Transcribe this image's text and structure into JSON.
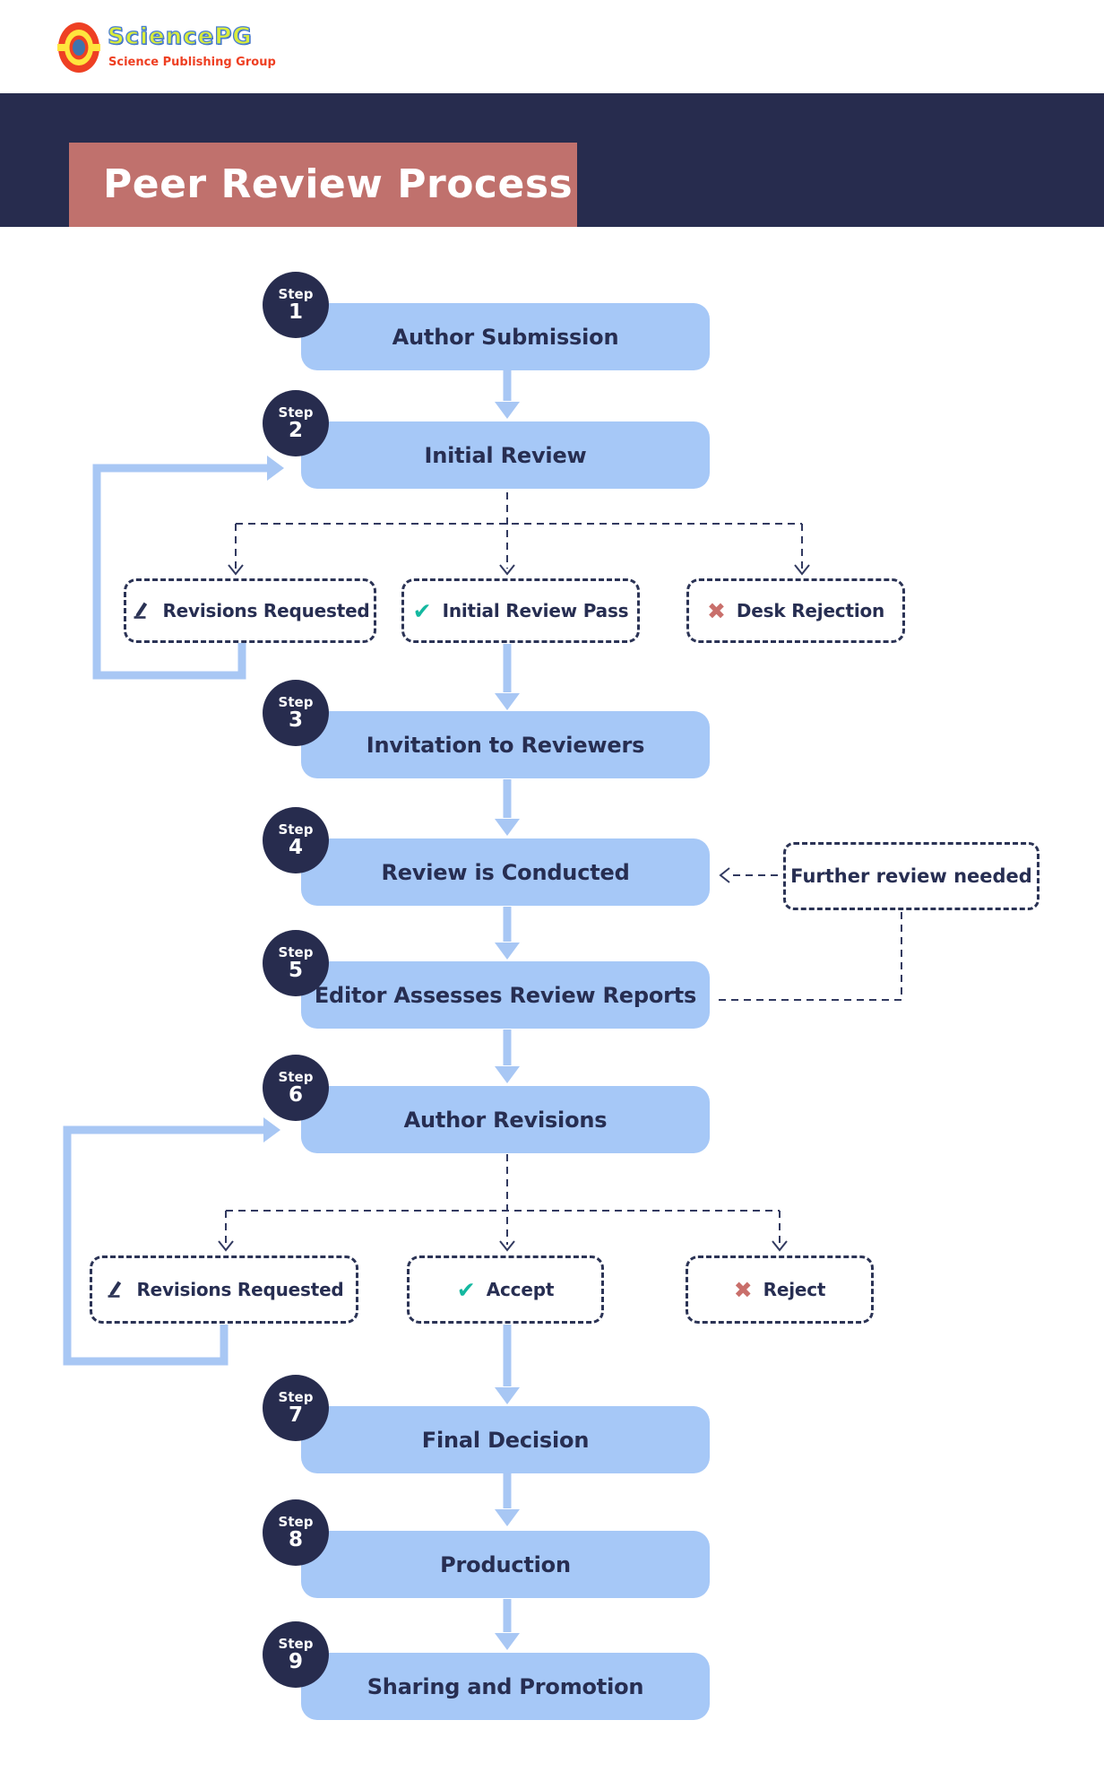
{
  "logo": {
    "brand": "SciencePG",
    "tagline": "Science Publishing Group"
  },
  "banner": {
    "title": "Peer Review Process"
  },
  "step_label": "Step",
  "steps": [
    {
      "number": "1",
      "title": "Author Submission"
    },
    {
      "number": "2",
      "title": "Initial Review"
    },
    {
      "number": "3",
      "title": "Invitation to Reviewers"
    },
    {
      "number": "4",
      "title": "Review is Conducted"
    },
    {
      "number": "5",
      "title": "Editor Assesses Review Reports"
    },
    {
      "number": "6",
      "title": "Author Revisions"
    },
    {
      "number": "7",
      "title": "Final Decision"
    },
    {
      "number": "8",
      "title": "Production"
    },
    {
      "number": "9",
      "title": "Sharing and Promotion"
    }
  ],
  "decisions": {
    "row1": [
      {
        "label": "Revisions Requested",
        "icon": "edit-icon"
      },
      {
        "label": "Initial Review Pass",
        "icon": "check-icon"
      },
      {
        "label": "Desk Rejection",
        "icon": "cross-icon"
      }
    ],
    "row2": [
      {
        "label": "Revisions Requested",
        "icon": "edit-icon"
      },
      {
        "label": "Accept",
        "icon": "check-icon"
      },
      {
        "label": "Reject",
        "icon": "cross-icon"
      }
    ]
  },
  "note": {
    "label": "Further review needed"
  },
  "icons": {
    "check": "✔",
    "cross": "✖"
  },
  "colors": {
    "navy": "#272c4e",
    "salmon": "#c0716d",
    "box_blue": "#a6c8f7",
    "arrow_blue": "#a8c7f4",
    "dash_navy": "#323a60",
    "check_teal": "#14b8a0",
    "cross_red": "#c96f6b",
    "text_navy": "#272e52",
    "logo_orange": "#ee4023",
    "logo_yellow": "#ffe53d",
    "logo_blue": "#3f74ad"
  }
}
